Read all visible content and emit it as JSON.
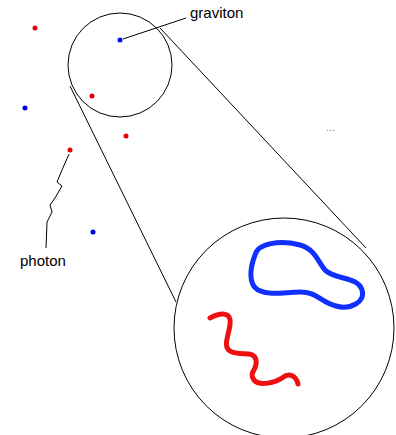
{
  "diagram": {
    "labels": [
      "graviton",
      "photon",
      "..."
    ]
  }
}
